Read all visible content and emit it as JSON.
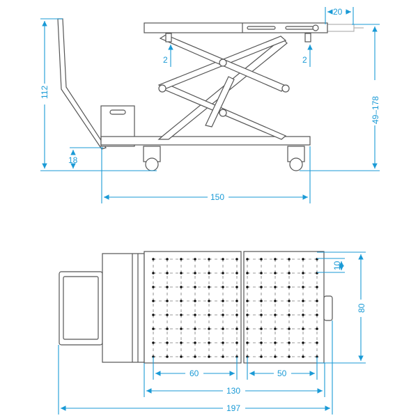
{
  "colors": {
    "dimension": "#1a9ad6",
    "outline": "#555555"
  },
  "side_view": {
    "dims": {
      "overall_height": "112",
      "base_clearance": "18",
      "wheelbase": "150",
      "lift_range": "49–178",
      "extension": "20",
      "pad_left": "2",
      "pad_right": "2"
    }
  },
  "top_view": {
    "grid": {
      "left_cols": 7,
      "right_cols": 6,
      "rows": 8
    },
    "dims": {
      "hole_pitch": "10",
      "platform_width": "80",
      "left_grid": "60",
      "right_grid": "50",
      "platform_length": "130",
      "overall_length": "197"
    }
  }
}
